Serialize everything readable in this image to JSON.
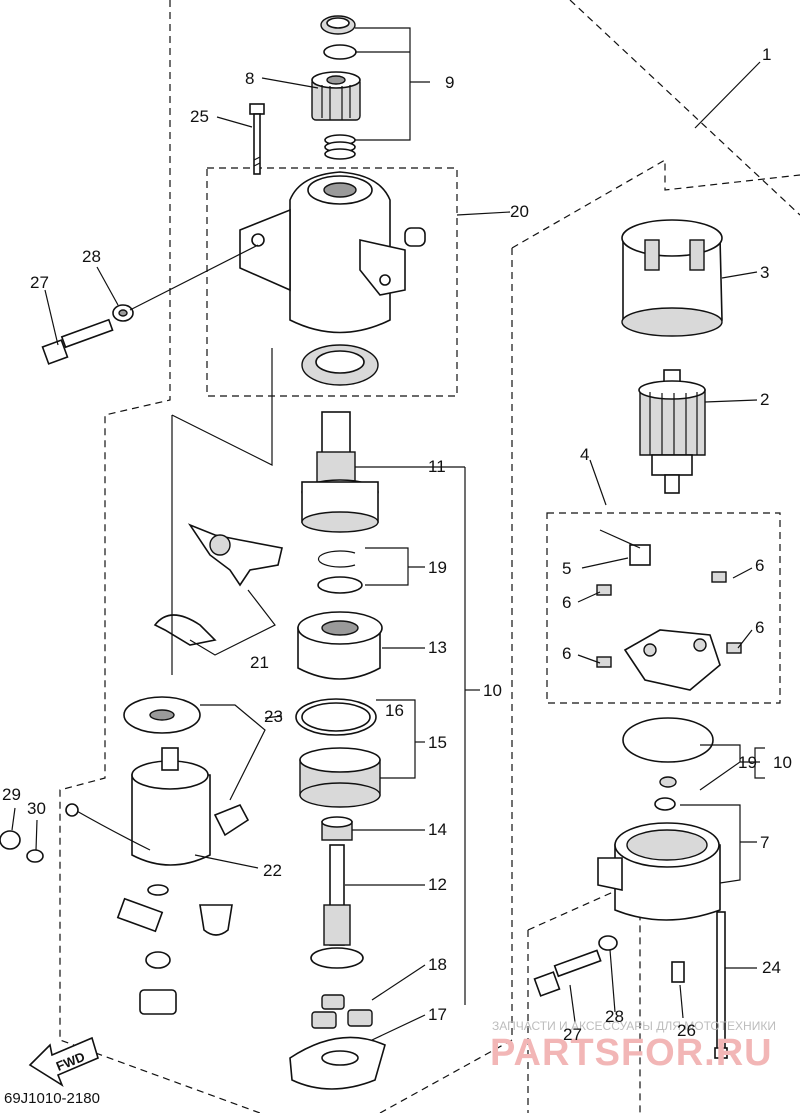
{
  "diagram": {
    "code": "69J1010-2180",
    "watermark": {
      "line1": "ЗАПЧАСТИ И АКСЕССУАРЫ ДЛЯ МОТОТЕХНИКИ",
      "line2": "PARTSFOR.RU"
    },
    "fwd_label": "FWD",
    "callouts": {
      "c1": "1",
      "c2": "2",
      "c3": "3",
      "c4": "4",
      "c5": "5",
      "c6a": "6",
      "c6b": "6",
      "c6c": "6",
      "c6d": "6",
      "c7": "7",
      "c8": "8",
      "c9": "9",
      "c10a": "10",
      "c10b": "10",
      "c11": "11",
      "c12": "12",
      "c13": "13",
      "c14": "14",
      "c15": "15",
      "c16": "16",
      "c17": "17",
      "c18": "18",
      "c19a": "19",
      "c19b": "19",
      "c20": "20",
      "c21": "21",
      "c22": "22",
      "c23": "23",
      "c24": "24",
      "c25": "25",
      "c26": "26",
      "c27a": "27",
      "c27b": "27",
      "c28a": "28",
      "c28b": "28",
      "c29": "29",
      "c30": "30"
    }
  }
}
